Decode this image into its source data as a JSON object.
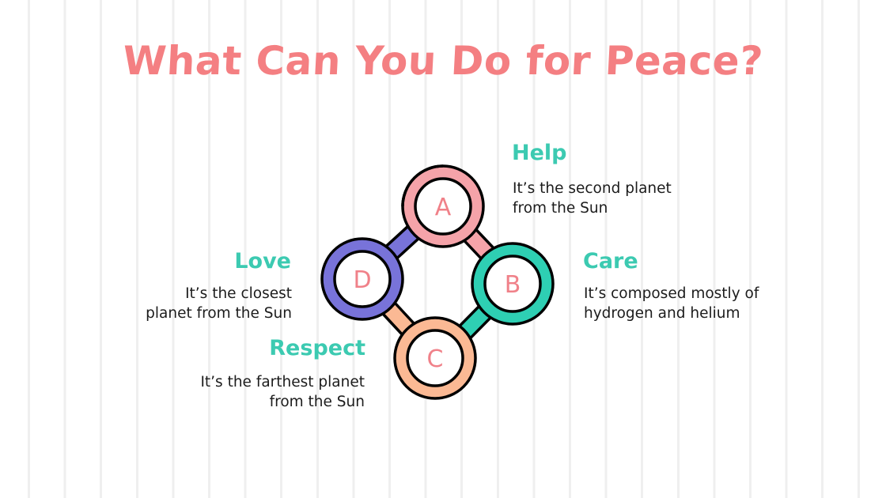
{
  "slide": {
    "title": "What Can You Do for Peace?",
    "colors": {
      "title": "#f47f82",
      "heading": "#3ccab1",
      "body": "#1c1c1c",
      "ring_a": "#f5a3a9",
      "ring_b": "#2ecfb3",
      "ring_c": "#fbb994",
      "ring_d": "#7873d9",
      "outline": "#000000",
      "letter": "#f08189"
    }
  },
  "diagram": {
    "nodes": [
      {
        "letter": "A",
        "color": "#f5a3a9",
        "label": "Help"
      },
      {
        "letter": "B",
        "color": "#2ecfb3",
        "label": "Care"
      },
      {
        "letter": "C",
        "color": "#fbb994",
        "label": "Respect"
      },
      {
        "letter": "D",
        "color": "#7873d9",
        "label": "Love"
      }
    ]
  },
  "items": {
    "help": {
      "heading": "Help",
      "line1": "It’s the second planet",
      "line2": "from the Sun"
    },
    "care": {
      "heading": "Care",
      "line1": "It’s composed mostly of",
      "line2": "hydrogen and helium"
    },
    "love": {
      "heading": "Love",
      "line1": "It’s the closest",
      "line2": "planet from the Sun"
    },
    "respect": {
      "heading": "Respect",
      "line1": "It’s the farthest planet",
      "line2": "from the Sun"
    }
  }
}
